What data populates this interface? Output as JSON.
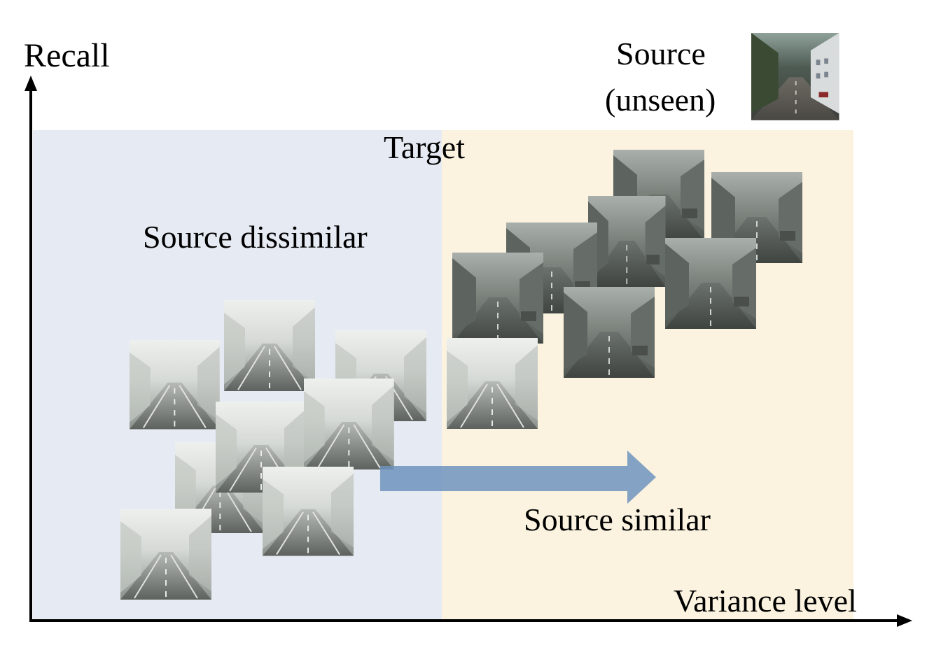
{
  "axes": {
    "y_label": "Recall",
    "x_label": "Variance level"
  },
  "regions": {
    "left_label": "Source dissimilar",
    "right_label": "Source similar",
    "boundary_label": "Target",
    "left_color": "#e6eaf3",
    "right_color": "#fbf3e0"
  },
  "source": {
    "line1": "Source",
    "line2": "(unseen)"
  },
  "arrow_color": "#6f93bd",
  "thumbnail_groups": {
    "foggy_dense": "dense-fog-street-images",
    "foggy_light": "light-fog-street-images",
    "clear": "clear-street-image"
  }
}
